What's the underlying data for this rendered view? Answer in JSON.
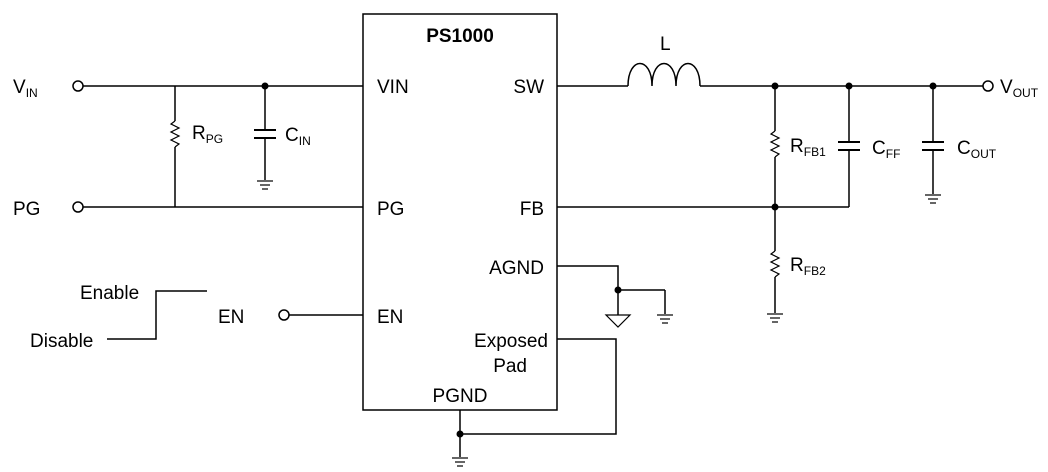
{
  "chip": {
    "name": "PS1000"
  },
  "pins": {
    "vin": "VIN",
    "pg": "PG",
    "en": "EN",
    "sw": "SW",
    "fb": "FB",
    "agnd": "AGND",
    "exposed_pad_line1": "Exposed",
    "exposed_pad_line2": "Pad",
    "pgnd": "PGND"
  },
  "terminals": {
    "vin": {
      "main": "V",
      "sub": "IN"
    },
    "pg": "PG",
    "en": "EN",
    "vout": {
      "main": "V",
      "sub": "OUT"
    }
  },
  "enable_control": {
    "enable": "Enable",
    "disable": "Disable"
  },
  "components": {
    "rpg": {
      "main": "R",
      "sub": "PG"
    },
    "cin": {
      "main": "C",
      "sub": "IN"
    },
    "inductor": "L",
    "rfb1": {
      "main": "R",
      "sub": "FB1"
    },
    "rfb2": {
      "main": "R",
      "sub": "FB2"
    },
    "cff": {
      "main": "C",
      "sub": "FF"
    },
    "cout": {
      "main": "C",
      "sub": "OUT"
    }
  }
}
